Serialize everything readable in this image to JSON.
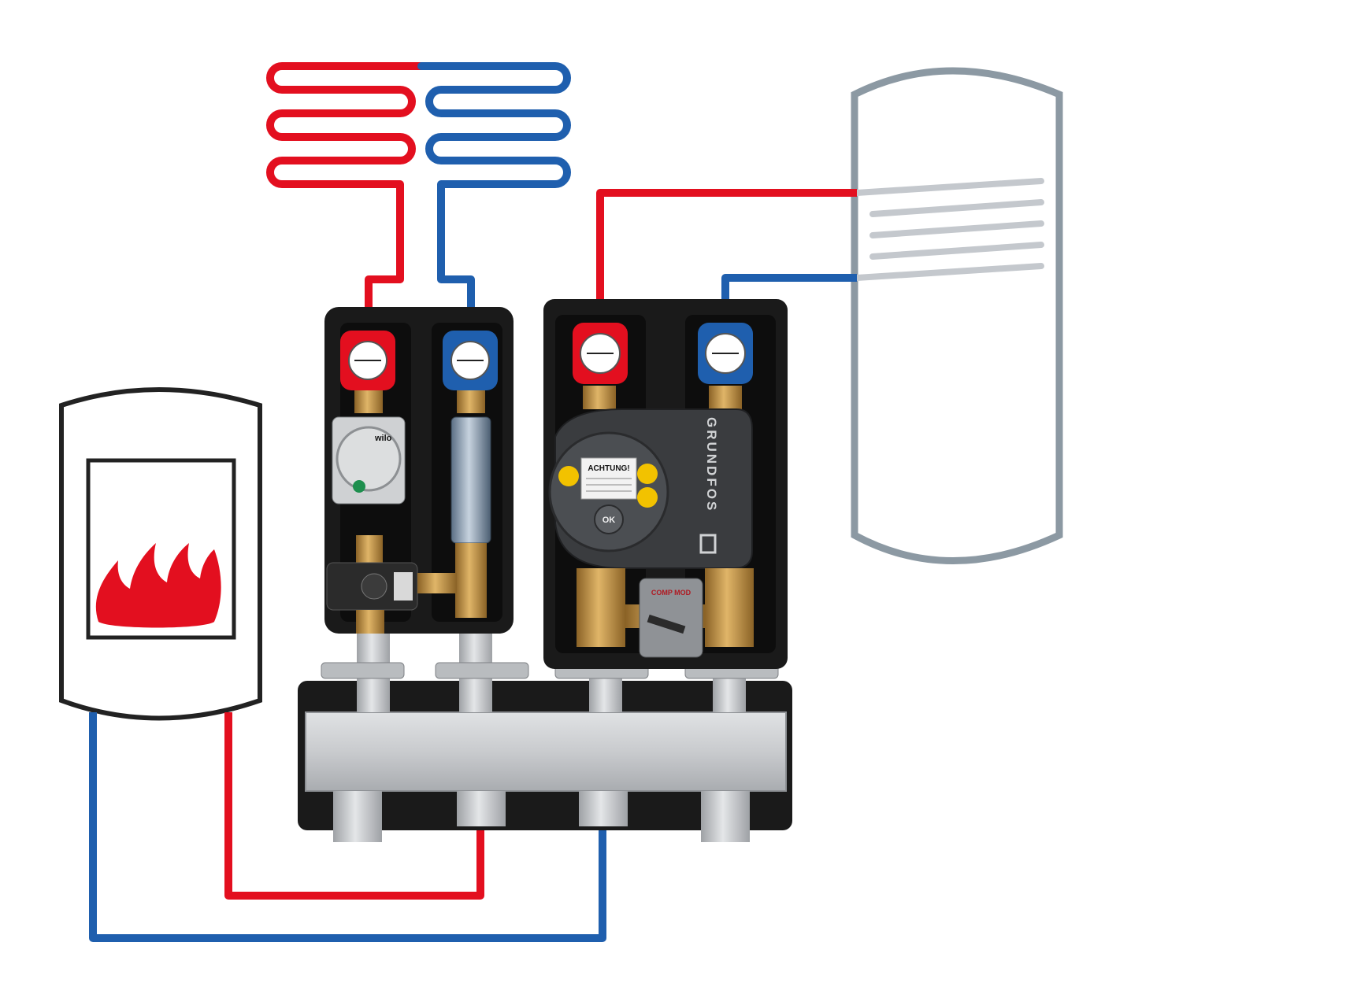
{
  "colors": {
    "hot": "#e30f1f",
    "cold": "#1f5fae",
    "tank_outline": "#8c99a3",
    "coil": "#c4c8cd",
    "boiler_outline": "#222222",
    "flame": "#e30f1f",
    "insulation": "#1a1a1a",
    "manifold": "#c9cbce",
    "brass": "#b8873a"
  },
  "icons": {
    "flame": "flame-icon",
    "gauge": "thermometer-gauge-icon"
  },
  "labels": {
    "pump_brand": "GRUNDFOS",
    "pump_warning": "ACHTUNG!",
    "pump_ok": "OK",
    "pump_small_brand": "wilo",
    "mixer_label": "COMP MOD"
  }
}
